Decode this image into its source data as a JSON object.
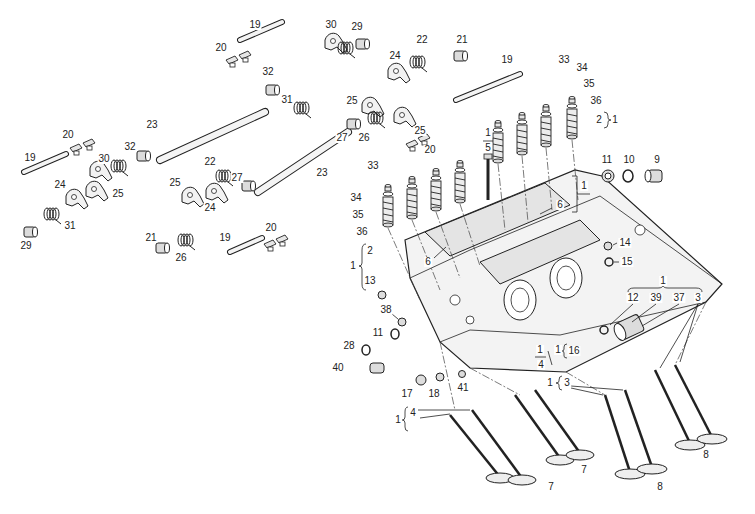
{
  "diagram": {
    "labels": [
      "19",
      "30",
      "29",
      "22",
      "21",
      "20",
      "24",
      "19",
      "33",
      "34",
      "32",
      "35",
      "31",
      "25",
      "36",
      "2",
      "1",
      "23",
      "25",
      "1",
      "20",
      "27",
      "26",
      "32",
      "5",
      "20",
      "19",
      "30",
      "11",
      "10",
      "9",
      "22",
      "33",
      "23",
      "27",
      "25",
      "24",
      "1",
      "25",
      "34",
      "6",
      "24",
      "35",
      "31",
      "20",
      "36",
      "21",
      "19",
      "14",
      "29",
      "2",
      "26",
      "6",
      "15",
      "1",
      "13",
      "1",
      "12",
      "39",
      "37",
      "3",
      "38",
      "11",
      "28",
      "1",
      "1",
      "16",
      "4",
      "40",
      "1",
      "3",
      "41",
      "17",
      "18",
      "4",
      "1",
      "8",
      "7",
      "8",
      "7"
    ]
  }
}
